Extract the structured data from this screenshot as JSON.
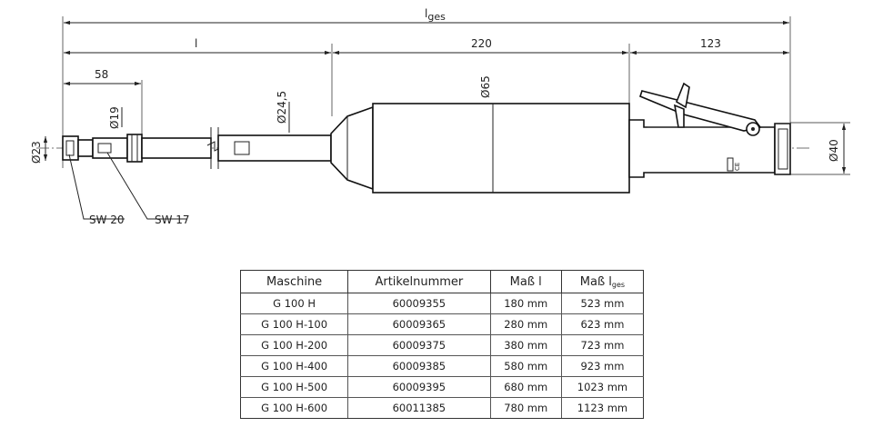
{
  "drawing": {
    "dimensions": {
      "total_length": "l",
      "total_length_sub": "ges",
      "shaft_length": "l",
      "body_length": "220",
      "rear_length": "123",
      "collet_length": "58",
      "dia_23": "Ø23",
      "dia_19": "Ø19",
      "dia_24_5": "Ø24,5",
      "dia_65": "Ø65",
      "dia_40": "Ø40"
    },
    "labels": {
      "sw20": "SW 20",
      "sw17": "SW 17",
      "ce_mark": "CE"
    }
  },
  "table": {
    "headers": {
      "machine": "Maschine",
      "article": "Artikelnummer",
      "mass_l": "Maß l",
      "mass_lges": "Maß l",
      "mass_lges_sub": "ges"
    },
    "rows": [
      {
        "machine": "G 100 H",
        "article": "60009355",
        "l": "180 mm",
        "lges": "523 mm"
      },
      {
        "machine": "G 100 H-100",
        "article": "60009365",
        "l": "280 mm",
        "lges": "623 mm"
      },
      {
        "machine": "G 100 H-200",
        "article": "60009375",
        "l": "380 mm",
        "lges": "723 mm"
      },
      {
        "machine": "G 100 H-400",
        "article": "60009385",
        "l": "580 mm",
        "lges": "923 mm"
      },
      {
        "machine": "G 100 H-500",
        "article": "60009395",
        "l": "680 mm",
        "lges": "1023 mm"
      },
      {
        "machine": "G 100 H-600",
        "article": "60011385",
        "l": "780 mm",
        "lges": "1123 mm"
      }
    ]
  }
}
